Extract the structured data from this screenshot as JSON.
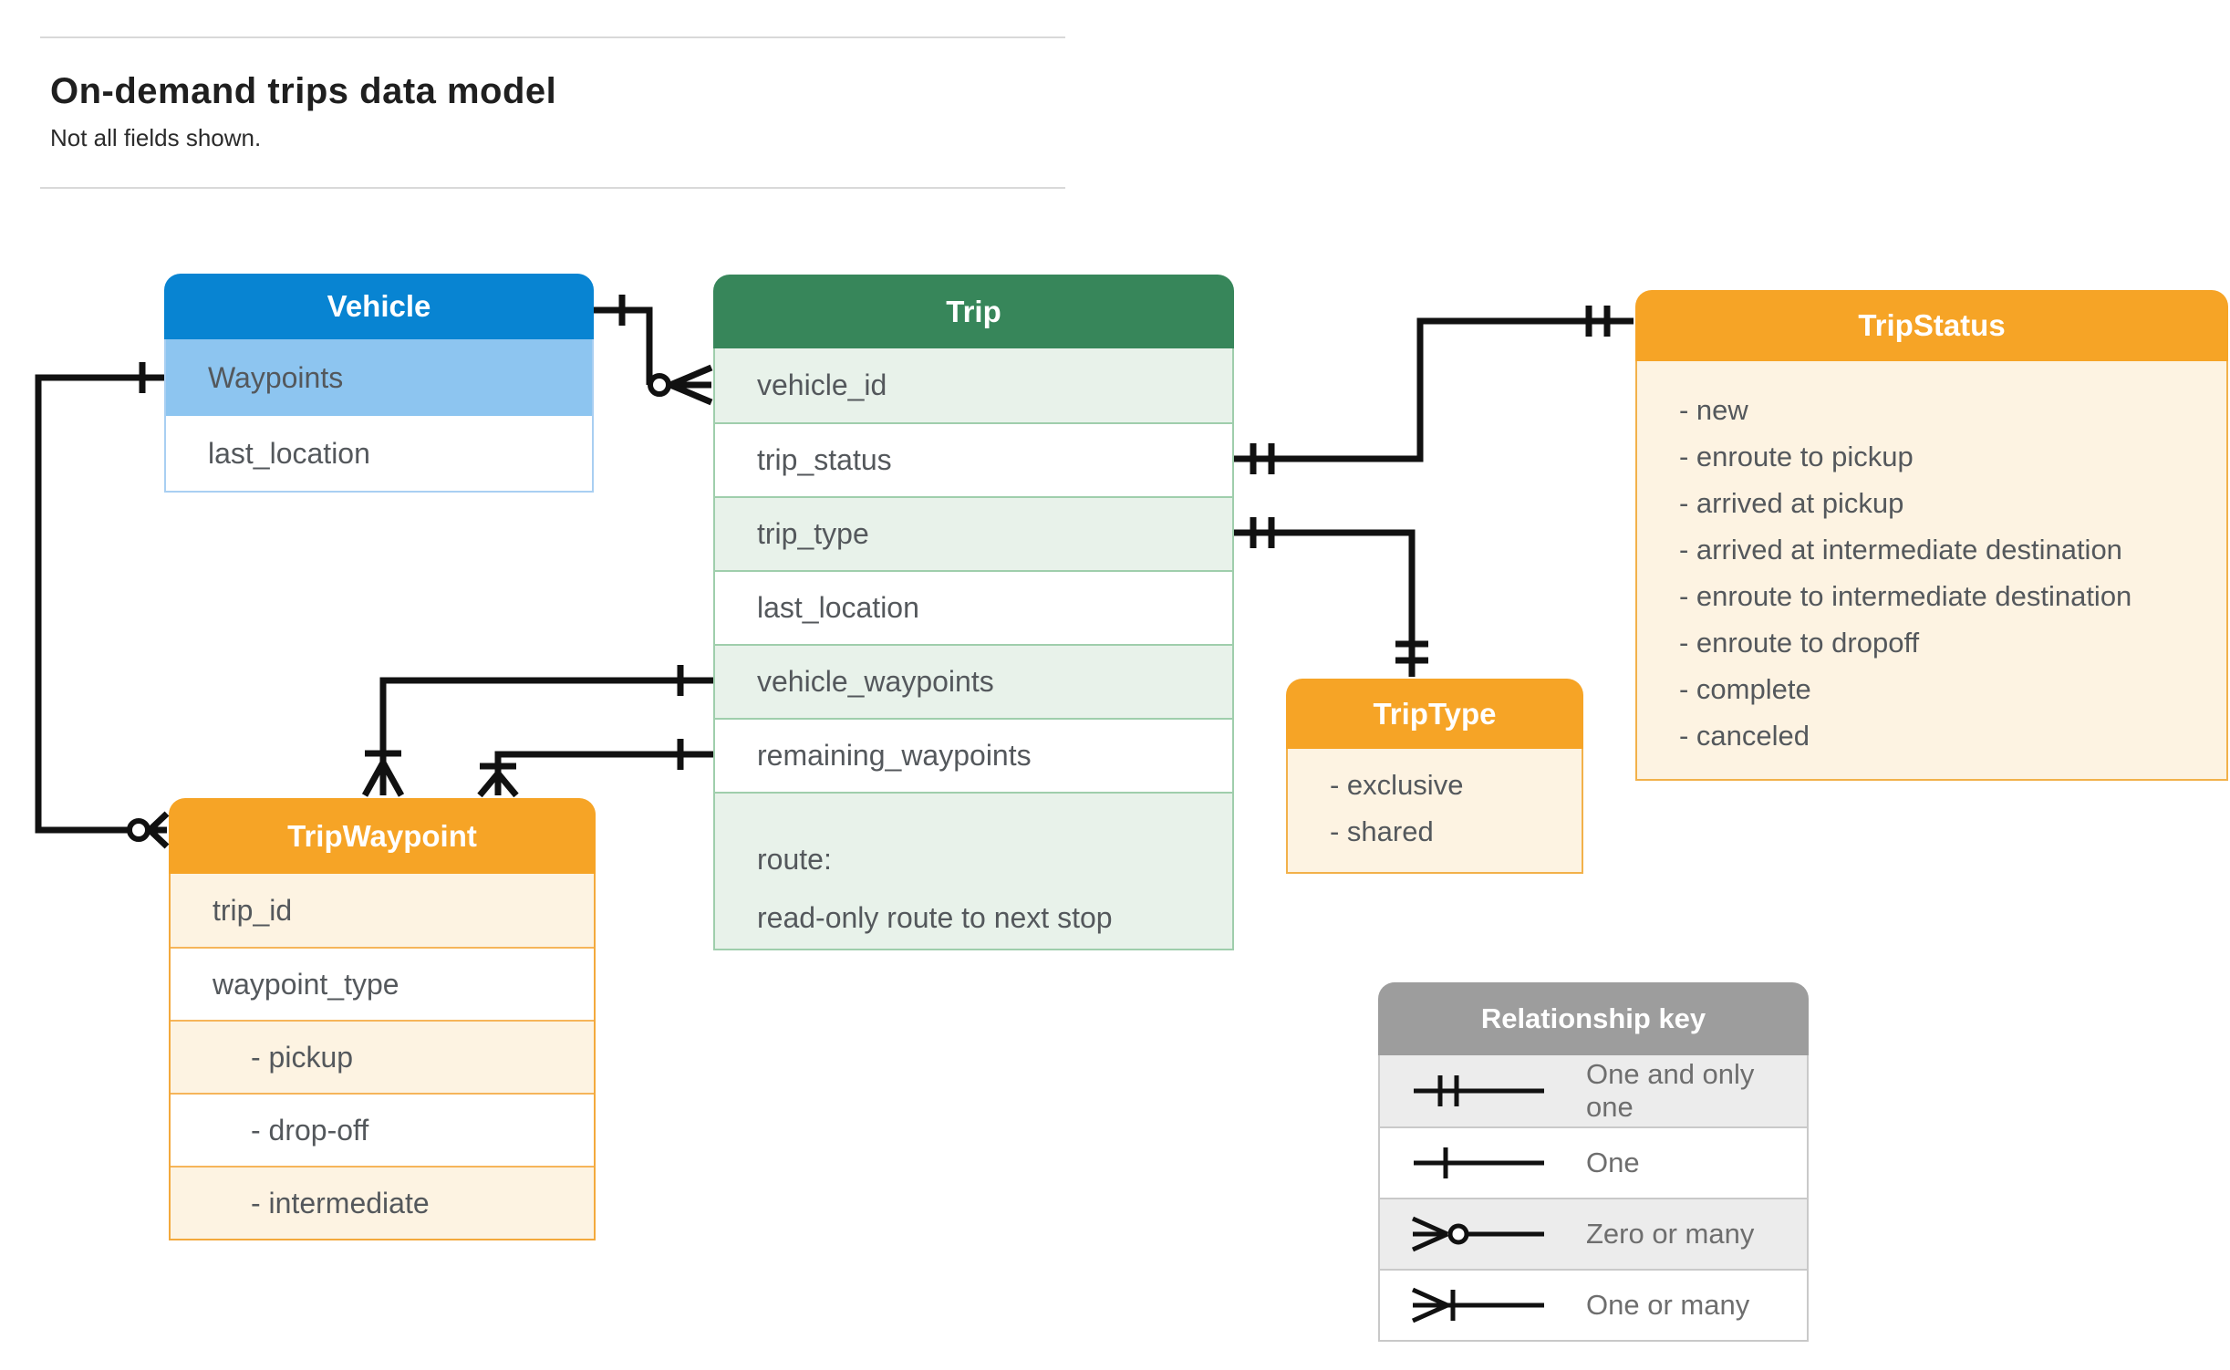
{
  "page": {
    "title": "On-demand trips data model",
    "subtitle": "Not all fields shown."
  },
  "entities": {
    "vehicle": {
      "title": "Vehicle",
      "fields": {
        "waypoints": "Waypoints",
        "last_location": "last_location"
      }
    },
    "trip": {
      "title": "Trip",
      "fields": [
        "vehicle_id",
        "trip_status",
        "trip_type",
        "last_location",
        "vehicle_waypoints",
        "remaining_waypoints"
      ],
      "route": {
        "line1": "route:",
        "line2": "read-only route to next stop"
      }
    },
    "trip_status": {
      "title": "TripStatus",
      "values": [
        "- new",
        "- enroute to pickup",
        "- arrived at pickup",
        "- arrived at intermediate destination",
        "- enroute to intermediate destination",
        "- enroute to dropoff",
        "- complete",
        "- canceled"
      ]
    },
    "trip_type": {
      "title": "TripType",
      "values": [
        "- exclusive",
        "- shared"
      ]
    },
    "trip_waypoint": {
      "title": "TripWaypoint",
      "fields": [
        "trip_id",
        "waypoint_type"
      ],
      "values": [
        "- pickup",
        "- drop-off",
        "- intermediate"
      ]
    }
  },
  "legend": {
    "title": "Relationship key",
    "items": [
      {
        "symbol": "one-and-only-one",
        "label": "One and only one"
      },
      {
        "symbol": "one",
        "label": "One"
      },
      {
        "symbol": "zero-or-many",
        "label": "Zero or many"
      },
      {
        "symbol": "one-or-many",
        "label": "One or many"
      }
    ]
  },
  "colors": {
    "vehicle_header": "#0884d2",
    "vehicle_highlight_row": "#8dc5f0",
    "trip_header": "#37865a",
    "trip_row_alt": "#e8f2ea",
    "enum_header": "#f6a426",
    "enum_row": "#fdf3e2",
    "legend_header": "#9d9d9d",
    "legend_row_alt": "#ececec",
    "connector": "#111111"
  }
}
